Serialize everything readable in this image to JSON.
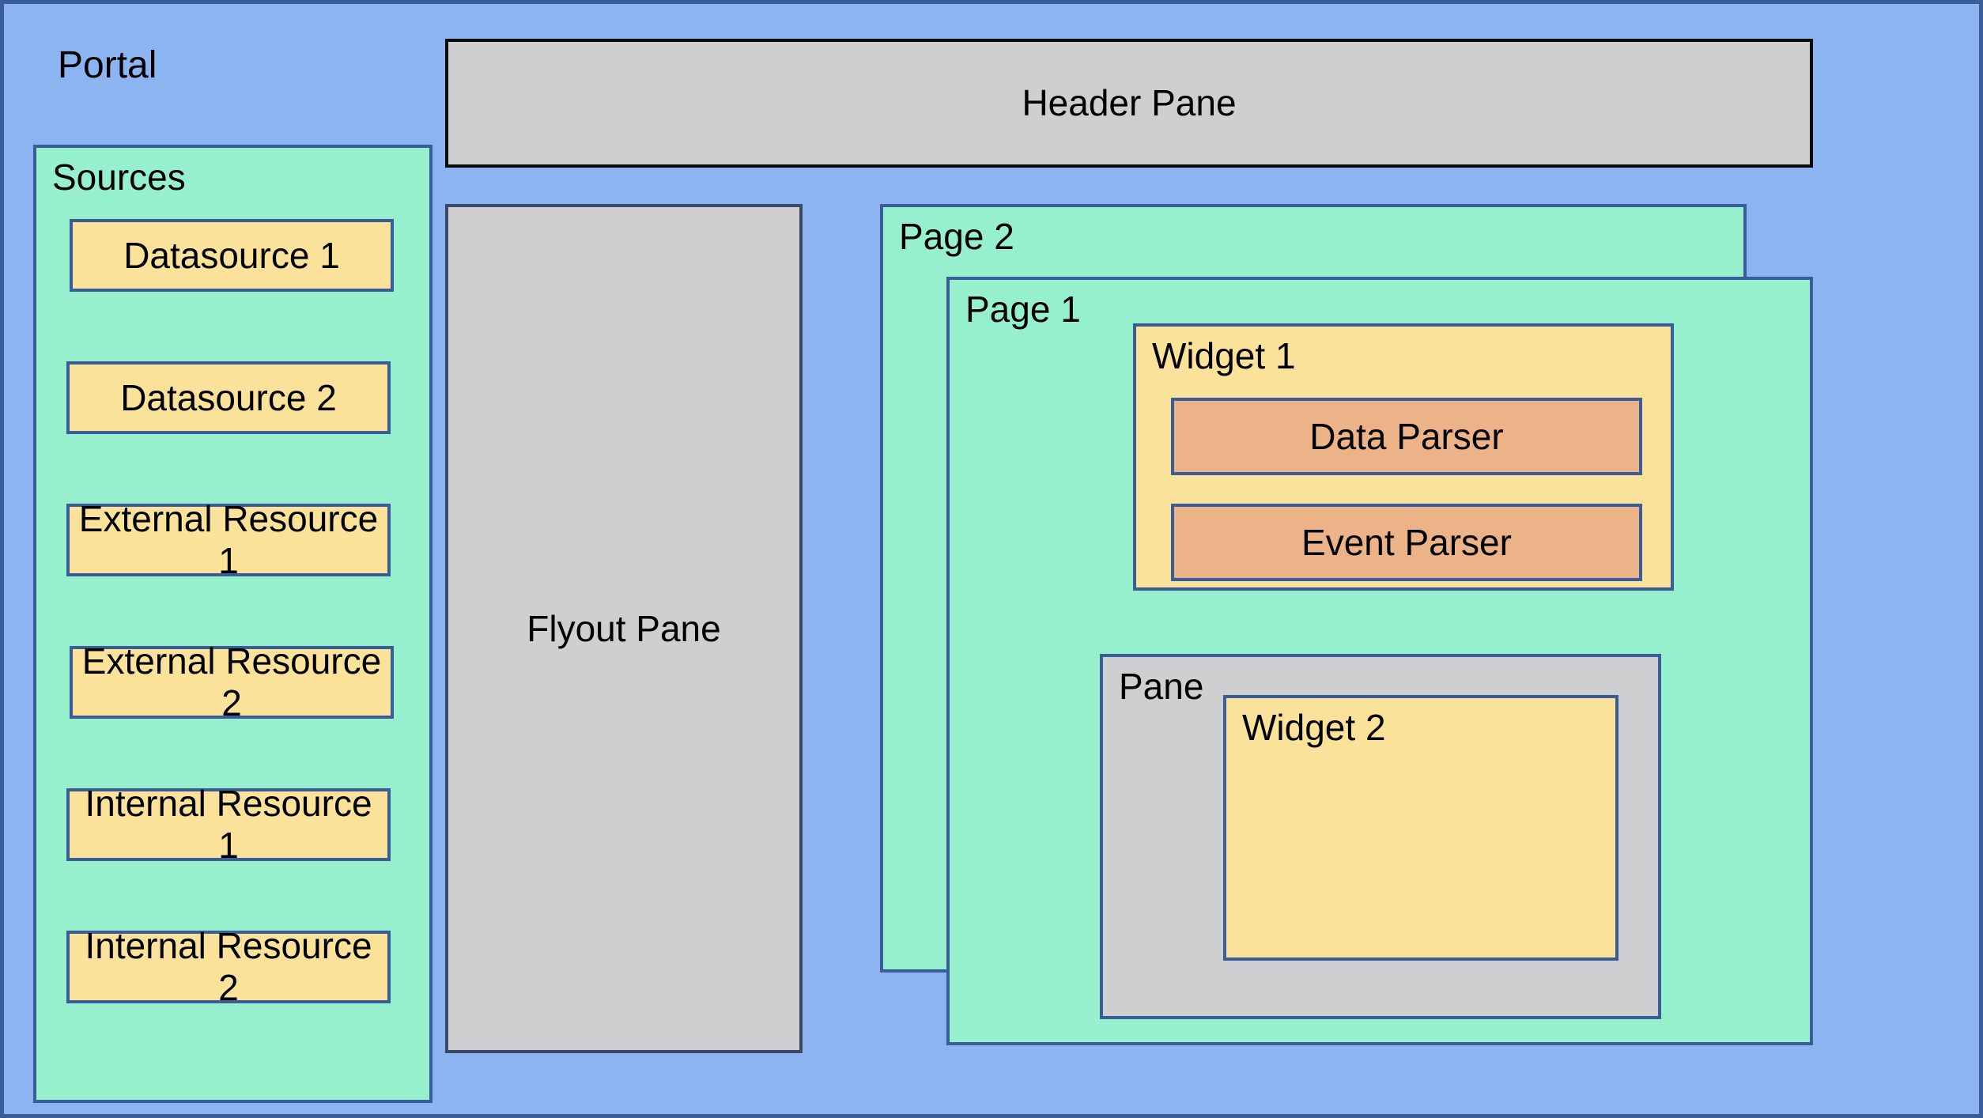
{
  "diagram": {
    "title": "Portal architecture diagram",
    "colors": {
      "portal_background": "#8cb4f0",
      "container_mint": "#96f0cd",
      "widget_yellow": "#fbe29a",
      "pane_gray": "#cfcfd1",
      "parser_salmon": "#ebb387",
      "border_blue": "#3a5c99",
      "border_black": "#0a0a0a"
    }
  },
  "portal": {
    "label": "Portal"
  },
  "sources": {
    "label": "Sources",
    "items": [
      {
        "label": "Datasource 1"
      },
      {
        "label": "Datasource 2"
      },
      {
        "label": "External Resource 1"
      },
      {
        "label": "External Resource 2"
      },
      {
        "label": "Internal Resource 1"
      },
      {
        "label": "Internal Resource 2"
      }
    ]
  },
  "header_pane": {
    "label": "Header Pane"
  },
  "flyout_pane": {
    "label": "Flyout Pane"
  },
  "page2": {
    "label": "Page 2"
  },
  "page1": {
    "label": "Page 1",
    "widget1": {
      "label": "Widget 1",
      "parsers": [
        {
          "label": "Data Parser"
        },
        {
          "label": "Event Parser"
        }
      ]
    },
    "pane": {
      "label": "Pane",
      "widget2": {
        "label": "Widget 2"
      }
    }
  }
}
